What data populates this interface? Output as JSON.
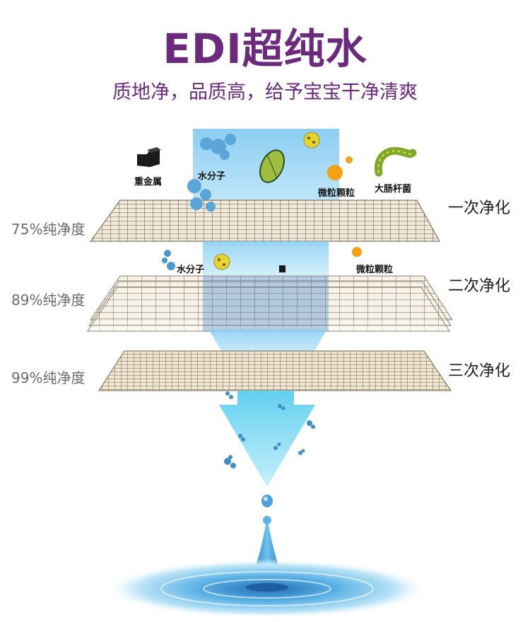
{
  "title": "EDI超纯水",
  "subtitle": "质地净，品质高，给予宝宝干净清爽",
  "layers": [
    {
      "stage": "一次净化",
      "purity": "75%纯净度"
    },
    {
      "stage": "二次净化",
      "purity": "89%纯净度"
    },
    {
      "stage": "三次净化",
      "purity": "99%纯净度"
    }
  ],
  "impurities_top": {
    "heavy_metal": "重金属",
    "water_molecule": "水分子",
    "particle": "微粒颗粒",
    "ecoli": "大肠杆菌"
  },
  "impurities_mid": {
    "water_molecule": "水分子",
    "particle": "微粒颗粒"
  },
  "colors": {
    "title": "#6b2a7c",
    "water": "#8fd2f2",
    "mesh": "#7a6a52"
  }
}
